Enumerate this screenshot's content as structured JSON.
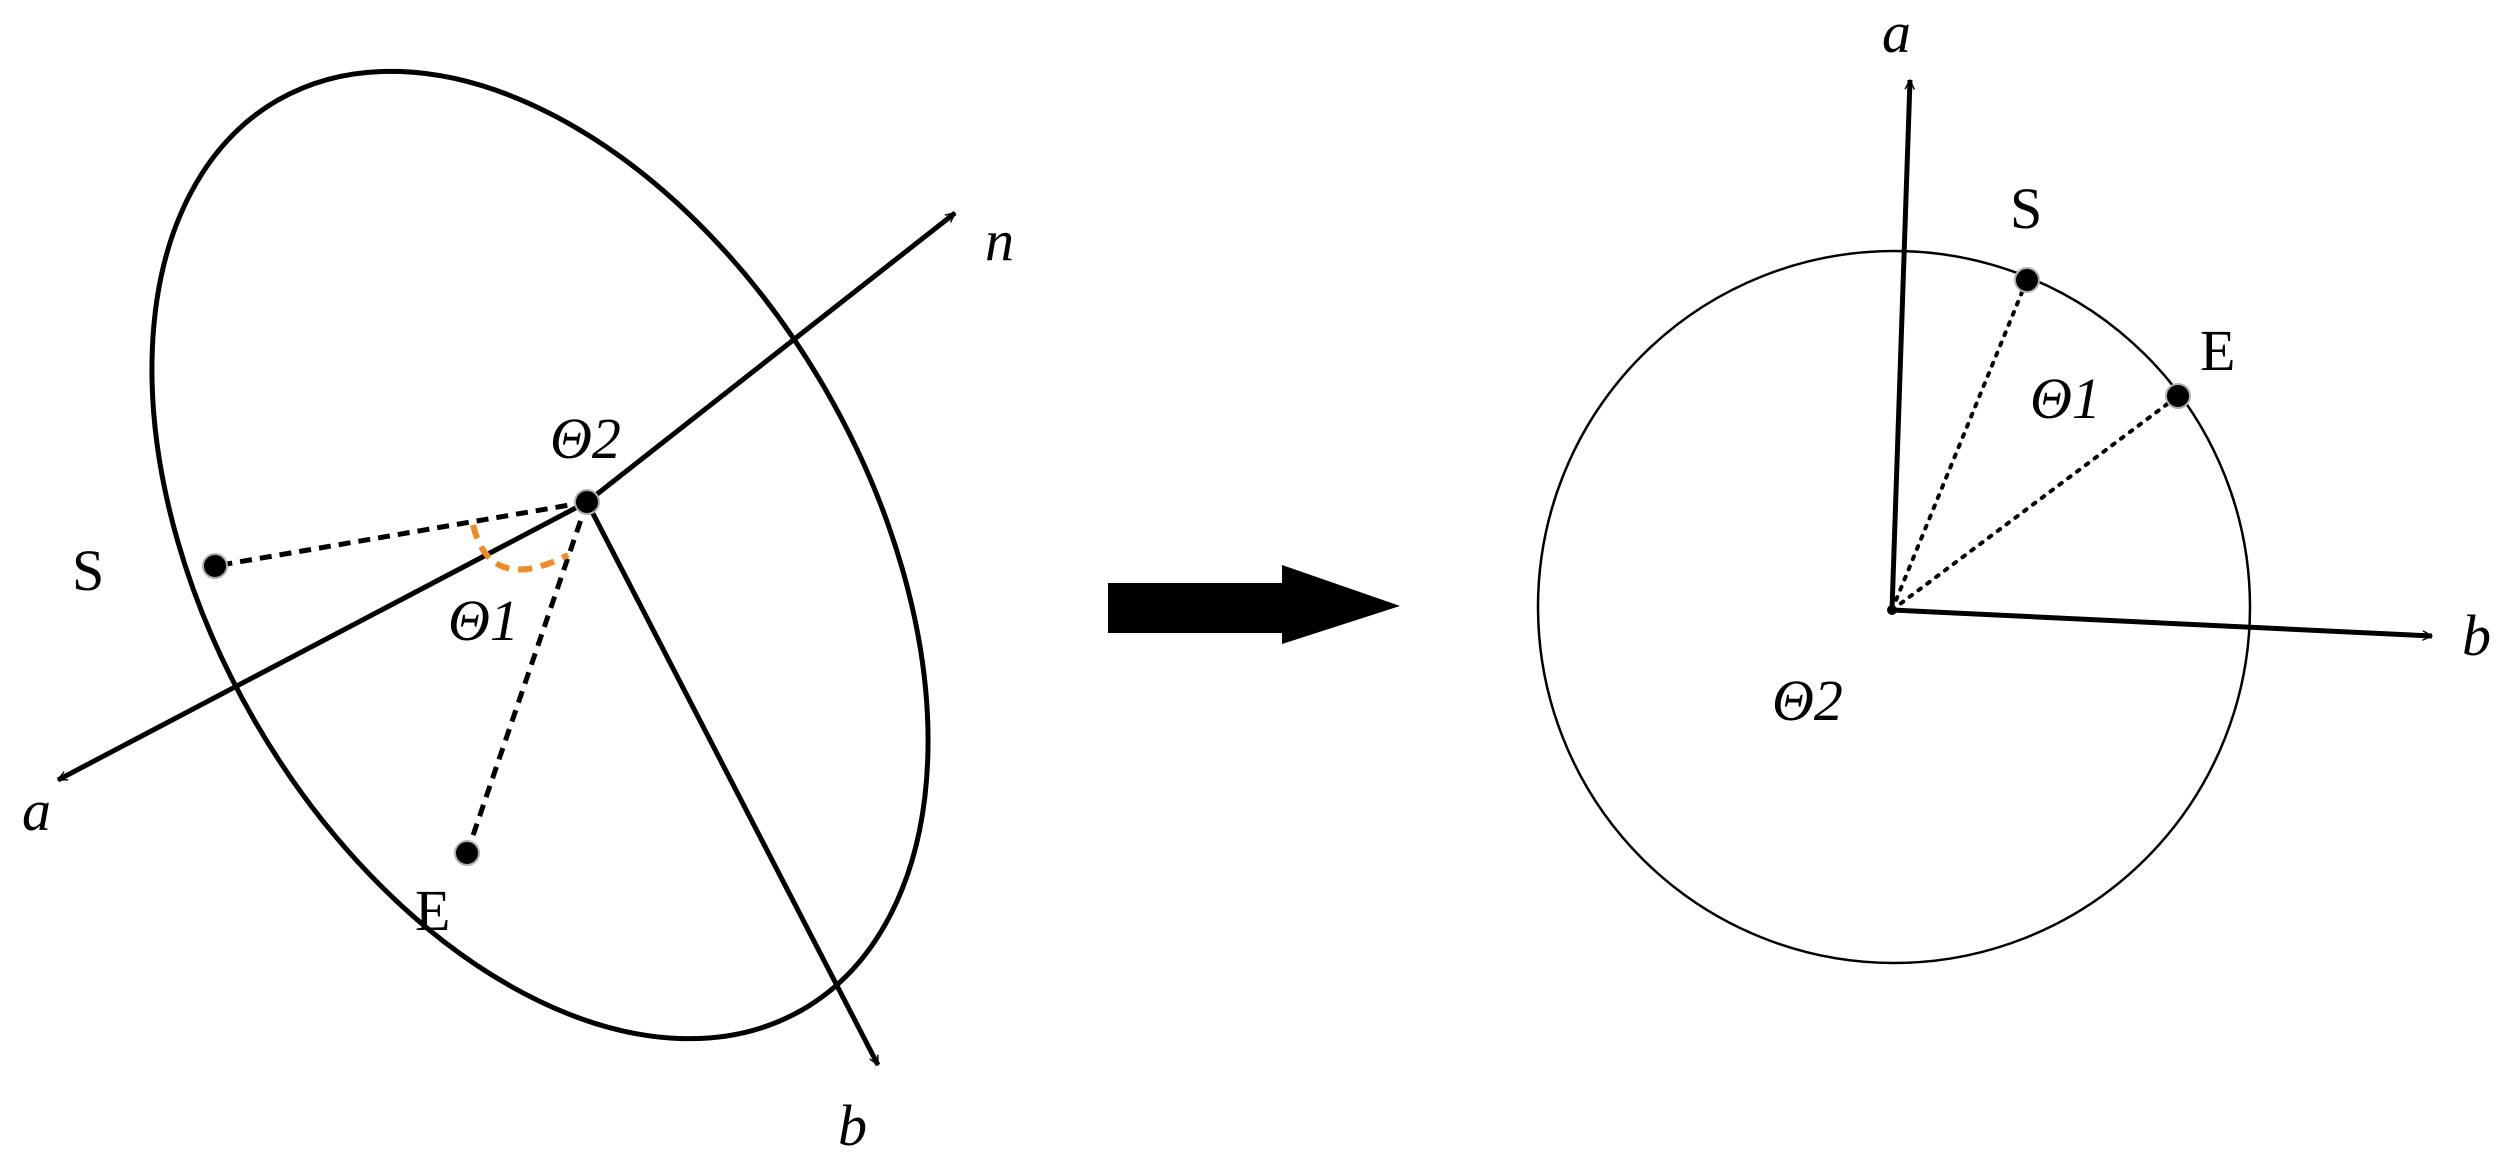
{
  "left_panel": {
    "axis_a": "a",
    "axis_b": "b",
    "axis_n": "n",
    "point_s": "S",
    "point_e": "E",
    "theta_1": "Θ1",
    "theta_2": "Θ2"
  },
  "right_panel": {
    "axis_a": "a",
    "axis_b": "b",
    "point_s": "S",
    "point_e": "E",
    "theta_1": "Θ1",
    "theta_2": "Θ2"
  },
  "colors": {
    "ink": "#000000",
    "angle_arc": "#f08a24",
    "point_outline": "#b0b0b0"
  }
}
